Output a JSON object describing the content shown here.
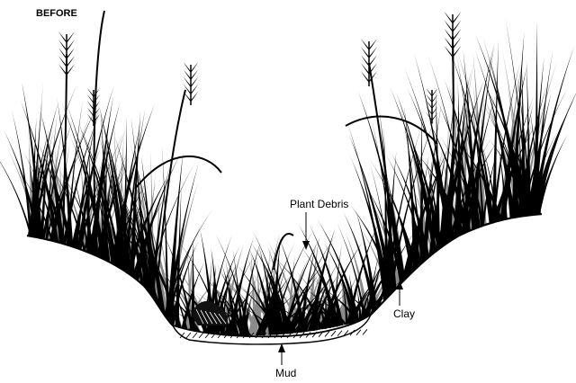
{
  "diagram": {
    "title": "BEFORE",
    "labels": {
      "plant_debris": "Plant Debris",
      "clay": "Clay",
      "mud": "Mud"
    }
  },
  "colors": {
    "grass_dark": "#000000",
    "grass_gray": "#8a8a8a",
    "ground_outline": "#000000",
    "background": "#ffffff"
  }
}
